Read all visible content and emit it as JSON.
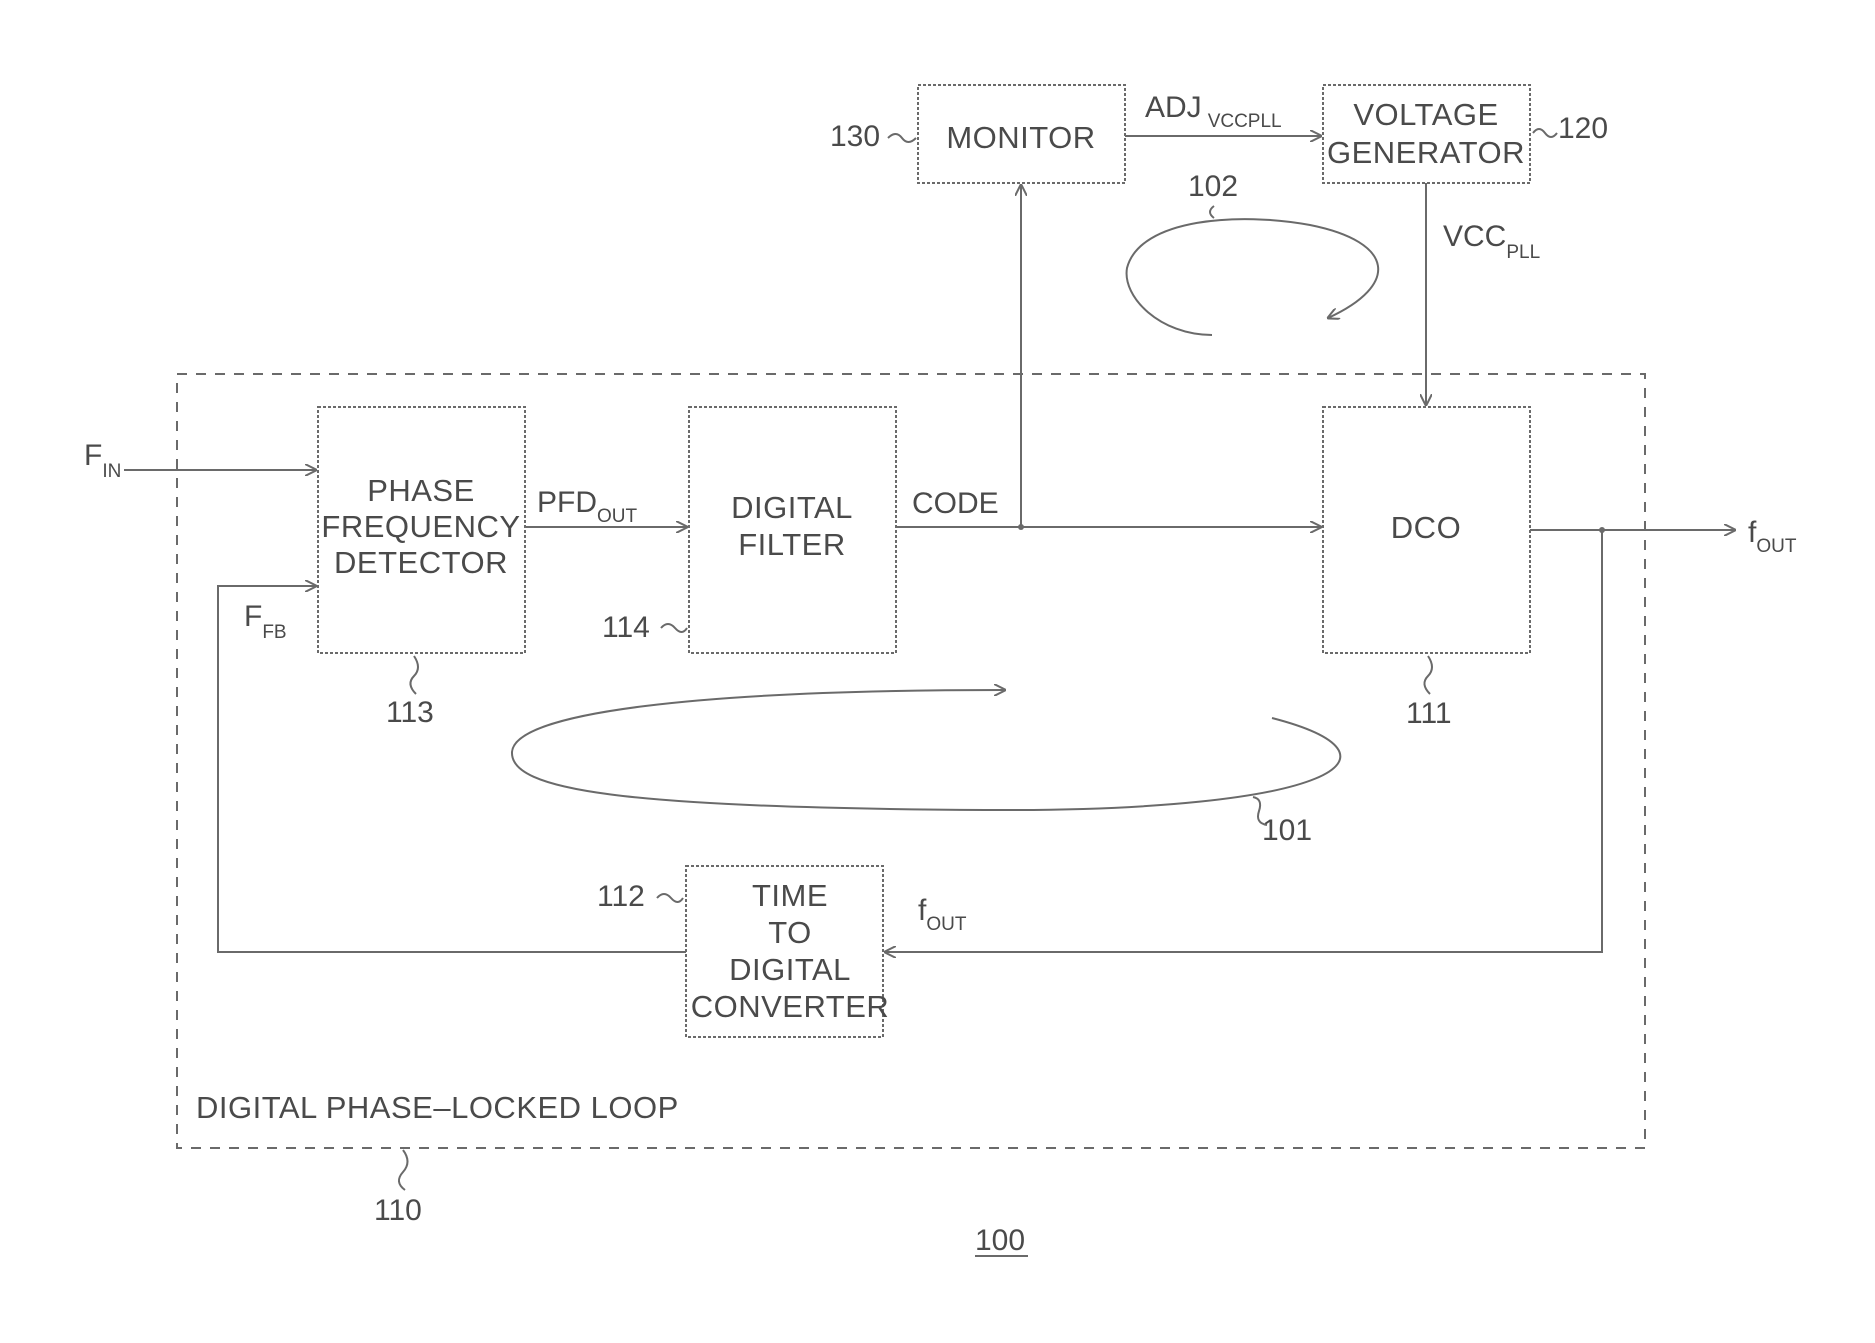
{
  "blocks": {
    "monitor": "MONITOR",
    "voltage_generator": [
      "VOLTAGE",
      "GENERATOR"
    ],
    "phase_frequency_detector": [
      "PHASE",
      "FREQUENCY",
      "DETECTOR"
    ],
    "digital_filter": [
      "DIGITAL",
      "FILTER"
    ],
    "dco": "DCO",
    "time_to_digital_converter": [
      "TIME",
      "TO",
      "DIGITAL",
      "CONVERTER"
    ]
  },
  "signals": {
    "adj": {
      "main": "ADJ",
      "sub": "VCCPLL"
    },
    "vcc": {
      "main": "VCC",
      "sub": "PLL"
    },
    "f_in": {
      "main": "F",
      "sub": "IN"
    },
    "pfd_out": {
      "main": "PFD",
      "sub": "OUT"
    },
    "code": "CODE",
    "f_fb": {
      "main": "F",
      "sub": "FB"
    },
    "f_out_right": {
      "main": "f",
      "sub": "OUT"
    },
    "f_out_feedback": {
      "main": "f",
      "sub": "OUT"
    }
  },
  "container_label": "DIGITAL PHASE–LOCKED LOOP",
  "refs": {
    "r130": "130",
    "r120": "120",
    "r102": "102",
    "r113": "113",
    "r114": "114",
    "r111": "111",
    "r101": "101",
    "r112": "112",
    "r110": "110",
    "r100": "100"
  }
}
